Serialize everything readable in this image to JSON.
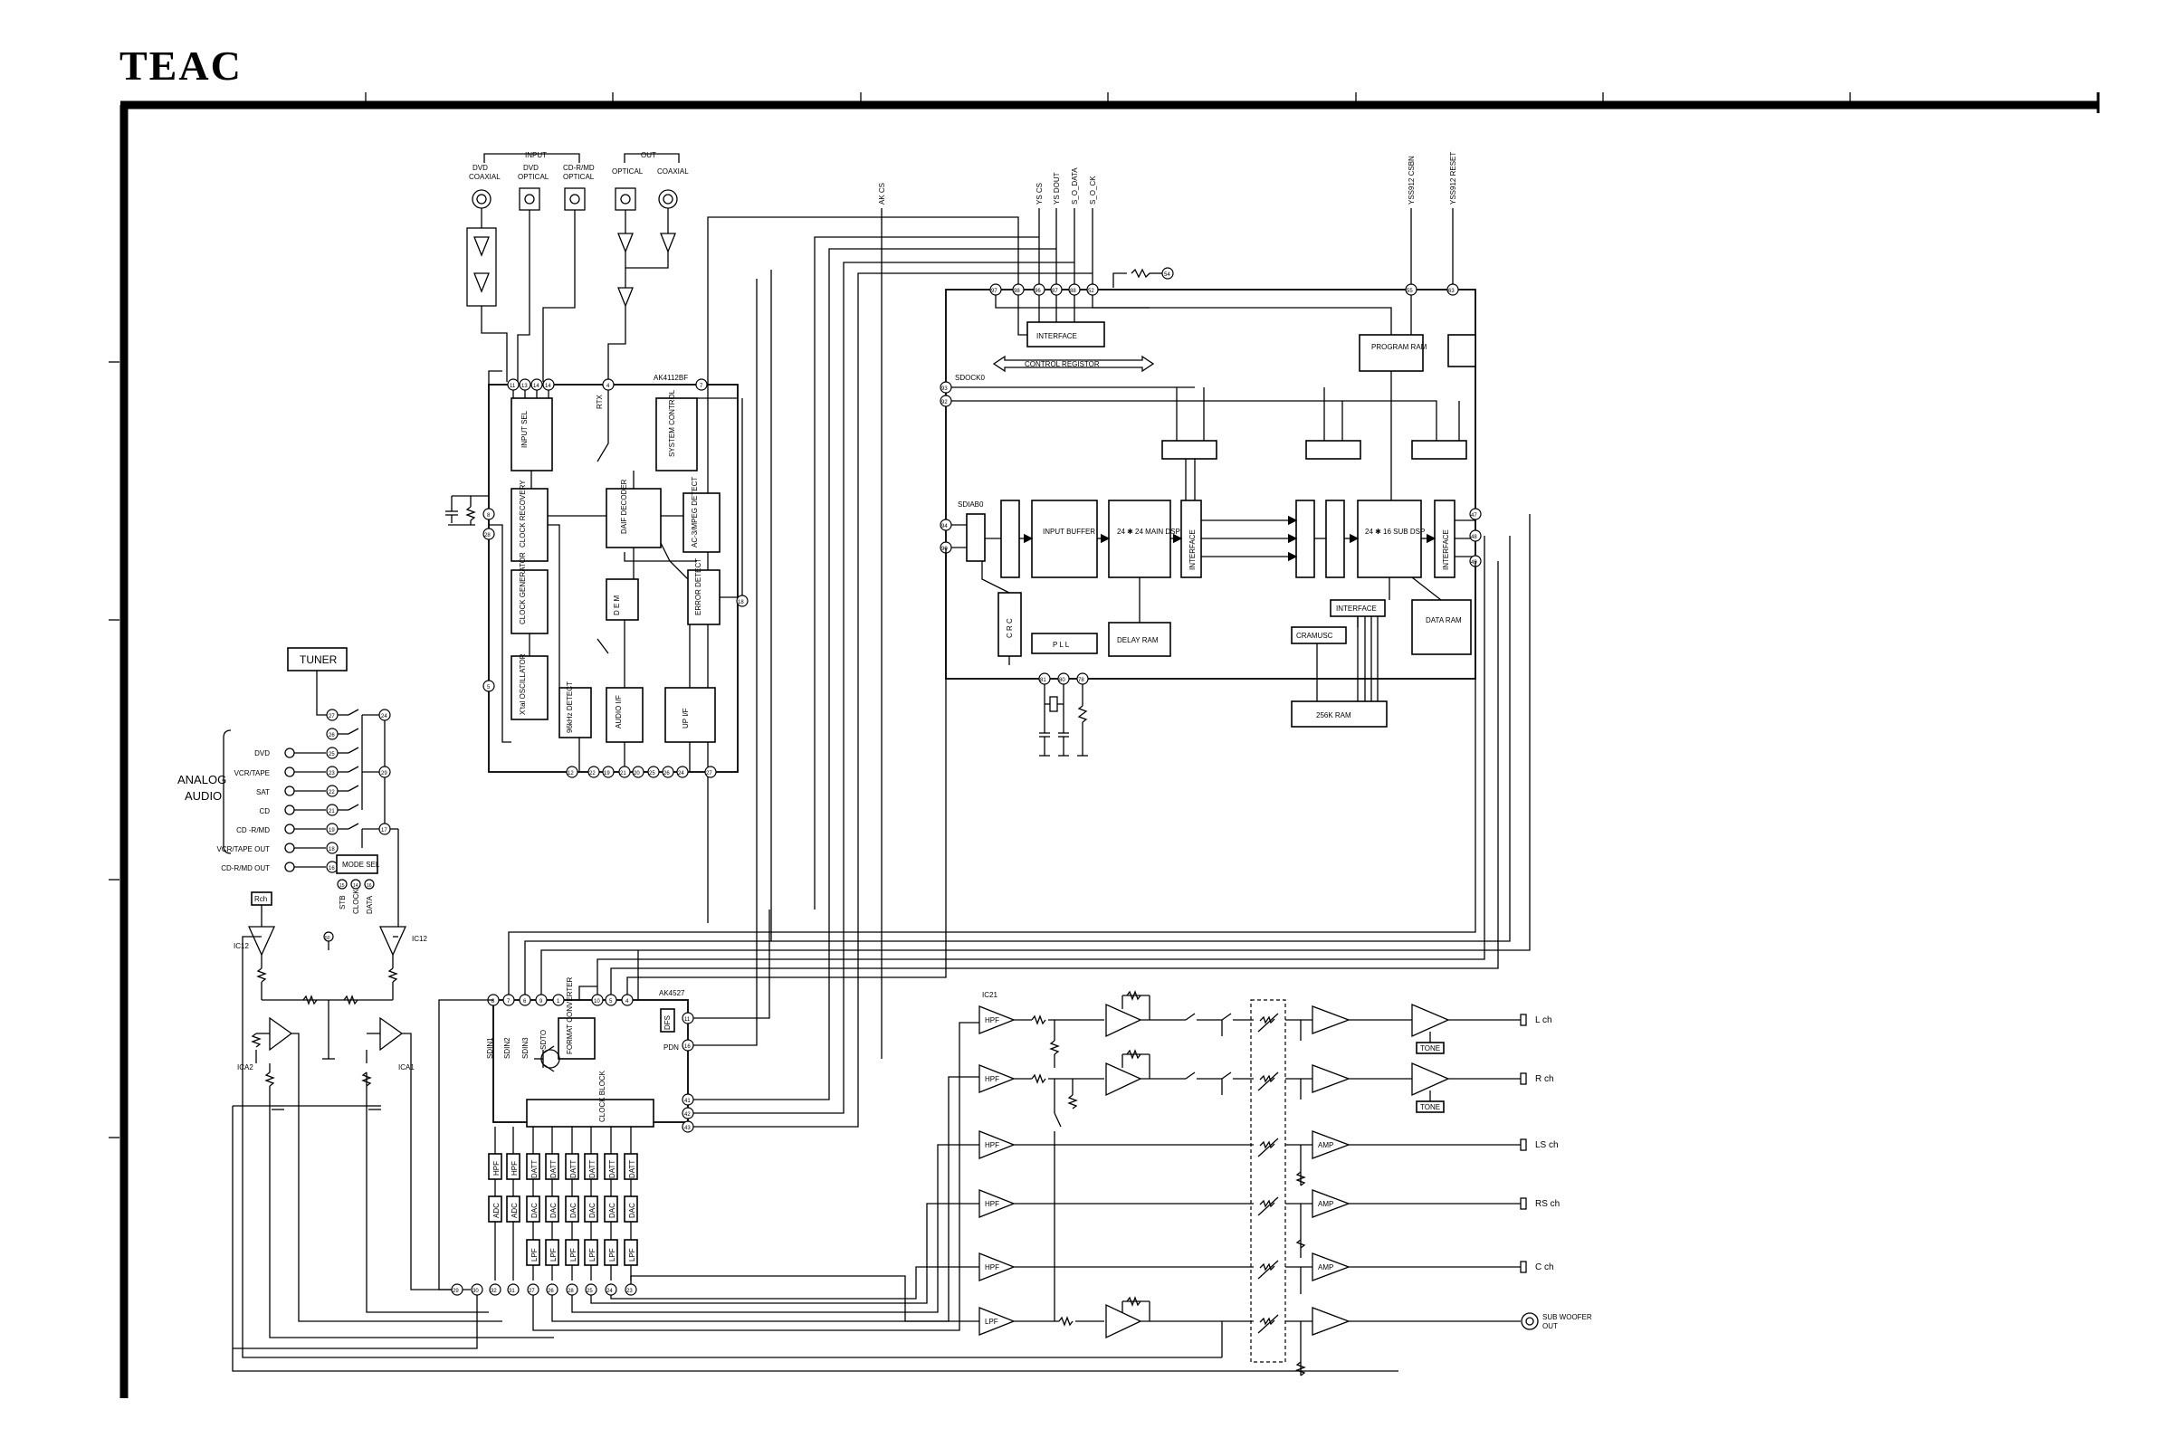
{
  "brand": "TEAC",
  "labels": {
    "input": "INPUT",
    "out": "OUT",
    "dvd_coaxial_1": "DVD",
    "dvd_coaxial_2": "COAXIAL",
    "dvd_optical_1": "DVD",
    "dvd_optical_2": "OPTICAL",
    "cdr_optical_1": "CD-R/MD",
    "cdr_optical_2": "OPTICAL",
    "out_optical": "OPTICAL",
    "out_coaxial": "COAXIAL",
    "ak_cs": "AK CS",
    "ys_cs": "YS CS",
    "ys_dout": "YS DOUT",
    "s_o_data": "S_O_DATA",
    "s_o_ck": "S_O_CK",
    "yss_csbn": "YSS912 CSBN",
    "yss_reset": "YSS912 RESET",
    "ak4112bf": "AK4112BF",
    "input_sel": "INPUT SEL",
    "system_control": "SYSTEM CONTROL",
    "clock_recovery": "CLOCK RECOVERY",
    "daif_decoder": "DAIF DECODER",
    "ac3_mpeg_detect": "AC-3/MPEG DETECT",
    "dem": "D E M",
    "error_detect": "ERROR DETECT",
    "clock_generator": "CLOCK GENERATOR",
    "xtal_oscillator": "X'tal OSCILLATOR",
    "detect_96k": "96kHz DETECT",
    "audio_io": "AUDIO I/F",
    "up_if": "UP I/F",
    "rtx": "RTX",
    "interface": "INTERFACE",
    "control_register": "CONTROL REGISTOR",
    "program_ram": "PROGRAM RAM",
    "sdock0": "SDOCK0",
    "sdiab0": "SDIAB0",
    "input_buffer": "INPUT BUFFER",
    "main_dsp": "24 ✱ 24 MAIN DSP",
    "sub_dsp": "24 ✱ 16 SUB DSP",
    "interface_v": "INTERFACE",
    "data_ram": "DATA RAM",
    "crc": "C R C",
    "pll": "P L L",
    "delay_ram": "DELAY RAM",
    "cramusc": "CRAMUSC",
    "ram256k": "256K RAM",
    "tuner": "TUNER",
    "analog_audio_1": "ANALOG",
    "analog_audio_2": "AUDIO",
    "src_dvd": "DVD",
    "src_vcr_tape": "VCR/TAPE",
    "src_sat": "SAT",
    "src_cd": "CD",
    "src_cdr_md": "CD -R/MD",
    "src_vcr_out": "VCR/TAPE OUT",
    "src_cdr_out": "CD-R/MD OUT",
    "mode_sel": "MODE SEL",
    "stb": "STB",
    "clock": "CLOCK",
    "data": "DATA",
    "rch": "Rch",
    "ic12a": "IC12",
    "ic12b": "IC12",
    "ica2": "ICA2",
    "ica1": "ICA1",
    "ak4527": "AK4527",
    "sdin1": "SDIN1",
    "sdin2": "SDIN2",
    "sdin3": "SDIN3",
    "sdto": "SDTO",
    "format_converter": "FORMAT CONVERTER",
    "dfs": "DFS",
    "pdn": "PDN",
    "clock_blk": "CLOCK BLOCK",
    "hpf": "HPF",
    "adc": "ADC",
    "dac": "DAC",
    "datt": "DATT",
    "lpf": "LPF",
    "ic21": "IC21",
    "amp": "AMP",
    "tone": "TONE",
    "l_ch": "L ch",
    "r_ch": "R ch",
    "ls_ch": "LS ch",
    "rs_ch": "RS ch",
    "c_ch": "C ch",
    "sub_woofer_1": "SUB WOOFER",
    "sub_woofer_2": "OUT"
  },
  "pins": {
    "p11": "11",
    "p13": "13",
    "p14": "14",
    "p4": "4",
    "p7": "7",
    "p8": "8",
    "p28": "28",
    "p5": "5",
    "p18": "18",
    "p12": "12",
    "p22": "22",
    "p19": "19",
    "p21": "21",
    "p20": "20",
    "p25": "25",
    "p26": "26",
    "p24": "24",
    "p27": "27",
    "p97": "97",
    "p98": "98",
    "p96": "96",
    "p87": "87",
    "p88": "88",
    "p52": "52",
    "p54": "54",
    "p55": "55",
    "p63": "63",
    "p93": "93",
    "p92": "92",
    "p94": "94",
    "p90": "90",
    "p47": "47",
    "p48": "48",
    "p49": "49",
    "p81": "81",
    "p80": "80",
    "p78": "78",
    "t27": "27",
    "t24": "24",
    "t26": "26",
    "t25": "25",
    "t23": "23",
    "t29": "29",
    "t22": "22",
    "t21": "21",
    "t19": "19",
    "t17": "17",
    "t18": "18",
    "t16": "16",
    "t15": "15",
    "t14": "14",
    "t50": "50",
    "a8": "8",
    "a7": "7",
    "a6": "6",
    "a9": "9",
    "a1": "1",
    "a10": "10",
    "a5": "5",
    "a4": "4",
    "a11": "11",
    "a16": "16",
    "a41": "41",
    "a42": "42",
    "a43": "43",
    "b29": "29",
    "b30": "30",
    "b32": "32",
    "b31": "31",
    "b27": "27",
    "b26": "26",
    "b28": "28",
    "b25": "25",
    "b24": "24",
    "b23": "23"
  }
}
